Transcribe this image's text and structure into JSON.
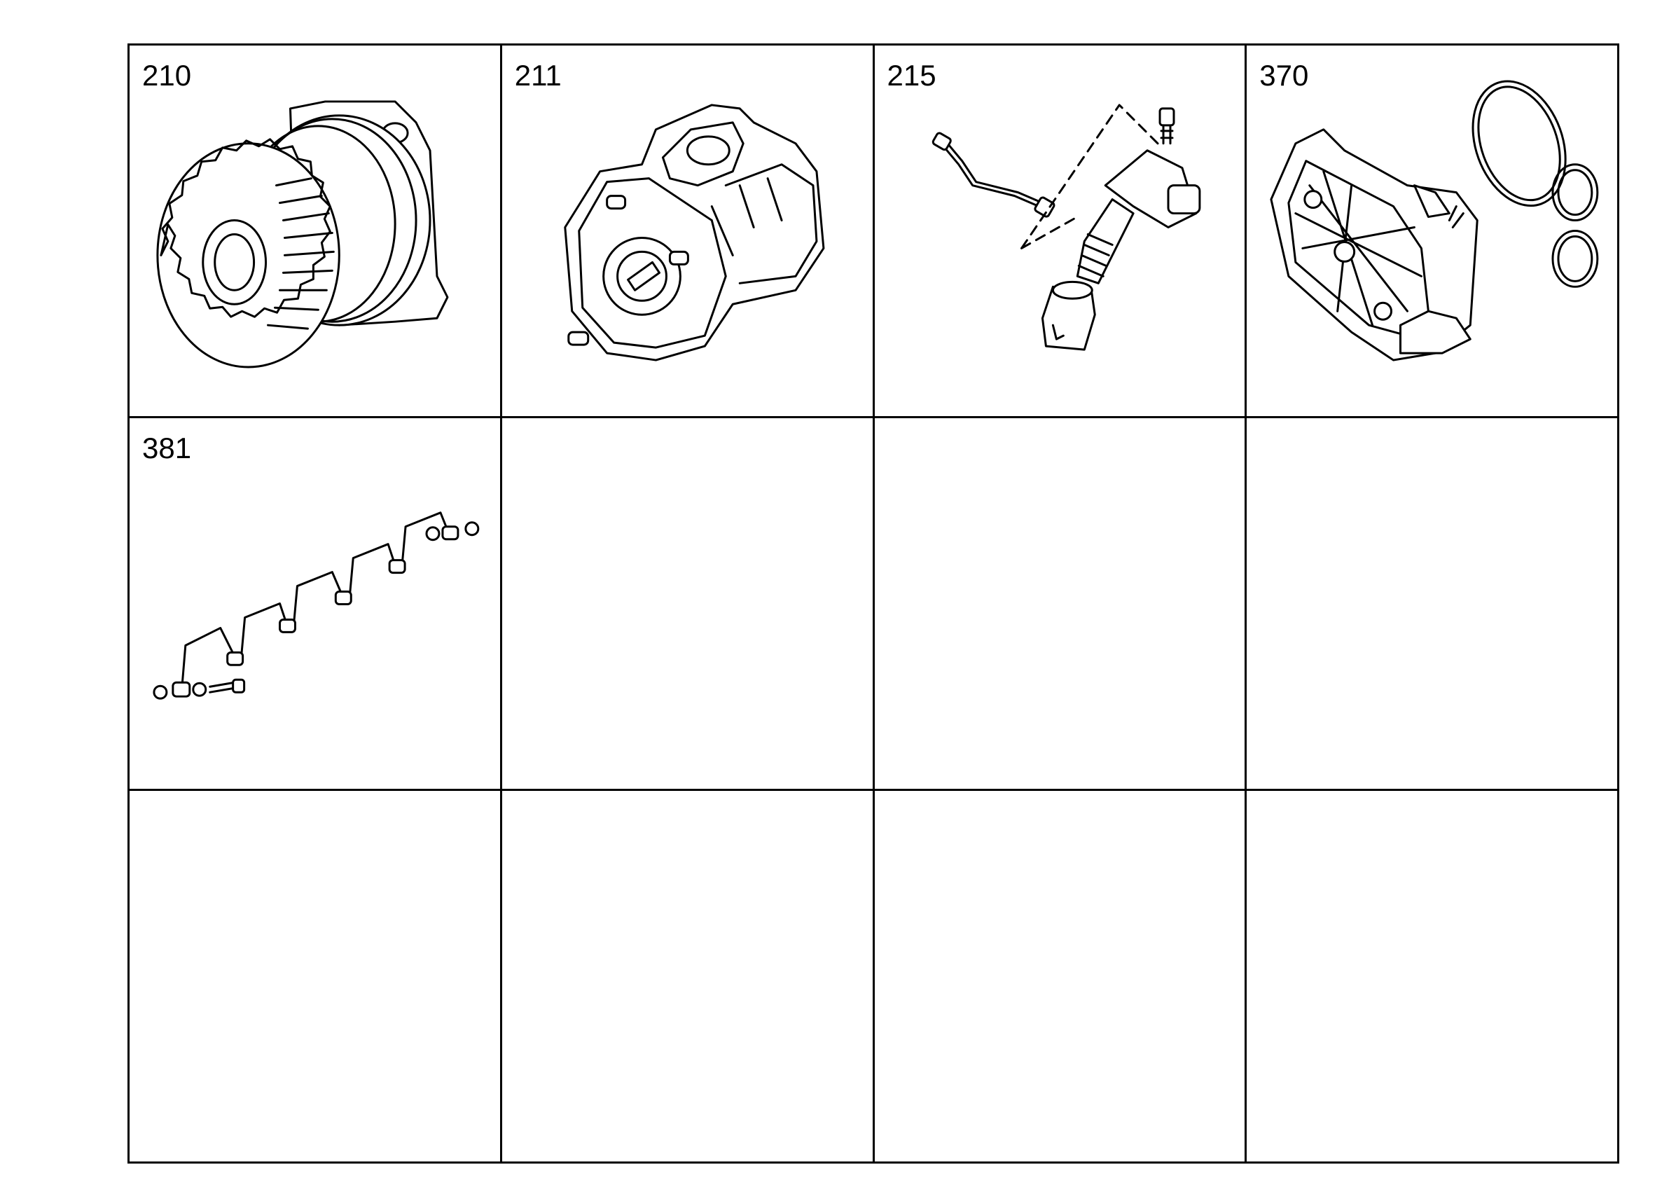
{
  "cells": [
    {
      "label": "210",
      "icon": "gear-pump-icon"
    },
    {
      "label": "211",
      "icon": "pump-housing-icon"
    },
    {
      "label": "215",
      "icon": "injector-unit-icon"
    },
    {
      "label": "370",
      "icon": "cover-with-seals-icon"
    },
    {
      "label": "381",
      "icon": "fuel-line-set-icon"
    },
    {
      "label": ""
    },
    {
      "label": ""
    },
    {
      "label": ""
    },
    {
      "label": ""
    },
    {
      "label": ""
    },
    {
      "label": ""
    },
    {
      "label": ""
    }
  ]
}
